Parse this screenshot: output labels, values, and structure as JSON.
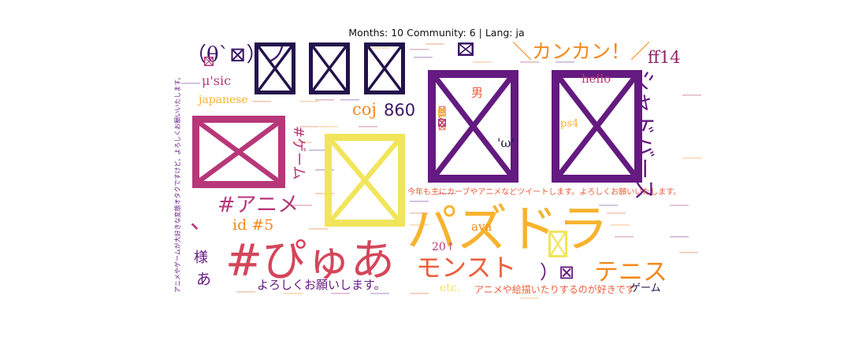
{
  "title": "Months: 10 Community: 6 | Lang: ja",
  "palette": {
    "dark": "#23124b",
    "indigo": "#3d1767",
    "purple": "#641a80",
    "magenta": "#8f2469",
    "crimson": "#b73779",
    "red": "#d4465a",
    "orange": "#ee5d3b",
    "amber": "#f4881d",
    "gold": "#f7b32d",
    "yellow": "#f1e55b"
  },
  "chart_data": {
    "type": "wordcloud",
    "language": "ja",
    "colormap": "inferno",
    "words": [
      {
        "text": "（θˋ⊠）ノ",
        "color": "indigo"
      },
      {
        "text": "⊠",
        "color": "dark"
      },
      {
        "text": "⊠",
        "color": "dark"
      },
      {
        "text": "⊠",
        "color": "dark"
      },
      {
        "text": "＼カンカン！／",
        "color": "amber"
      },
      {
        "text": "ff14",
        "color": "magenta"
      },
      {
        "text": "⊠",
        "color": "indigo"
      },
      {
        "text": "μ'sic",
        "color": "crimson"
      },
      {
        "text": "japanese",
        "color": "gold"
      },
      {
        "text": "coj",
        "color": "amber"
      },
      {
        "text": "860",
        "color": "indigo"
      },
      {
        "text": "⊠",
        "color": "purple"
      },
      {
        "text": "男",
        "color": "orange"
      },
      {
        "text": "⊠",
        "color": "purple"
      },
      {
        "text": "hello",
        "color": "crimson"
      },
      {
        "text": "ps4",
        "color": "gold"
      },
      {
        "text": "シャドバース",
        "color": "purple"
      },
      {
        "text": "⊠",
        "color": "crimson"
      },
      {
        "text": "⊠",
        "color": "yellow"
      },
      {
        "text": "'ω'",
        "color": "dark"
      },
      {
        "text": "⊠ω⊠",
        "color": "orange"
      },
      {
        "text": "#ゲーム",
        "color": "crimson"
      },
      {
        "text": "#アニメ",
        "color": "crimson"
      },
      {
        "text": "id #5",
        "color": "amber"
      },
      {
        "text": "、",
        "color": "crimson"
      },
      {
        "text": "今年も主にカーブやアニメなどツイートします。よろしくお願いいたします。",
        "color": "orange"
      },
      {
        "text": "パズドラ",
        "color": "gold"
      },
      {
        "text": "⊠",
        "color": "yellow"
      },
      {
        "text": "モンスト",
        "color": "orange"
      },
      {
        "text": "）⊠",
        "color": "purple"
      },
      {
        "text": "テニス",
        "color": "amber"
      },
      {
        "text": "20↑",
        "color": "crimson"
      },
      {
        "text": "ava",
        "color": "amber"
      },
      {
        "text": "#ぴゅあ",
        "color": "red"
      },
      {
        "text": "様",
        "color": "purple"
      },
      {
        "text": "あ",
        "color": "purple"
      },
      {
        "text": "よろしくお願いします。",
        "color": "purple"
      },
      {
        "text": "etc.",
        "color": "yellow"
      },
      {
        "text": "アニメや絵描いたりするのが好きです",
        "color": "orange"
      },
      {
        "text": "ゲーム",
        "color": "dark"
      },
      {
        "text": "アニメやゲームが大好きな変態オタクですけど、よろしくお願いいたします。",
        "color": "purple"
      },
      {
        "text": "⊠",
        "color": "orange"
      },
      {
        "text": "⊠",
        "color": "crimson"
      },
      {
        "text": "⊠",
        "color": "crimson"
      },
      {
        "text": "⊠",
        "color": "gold"
      }
    ]
  }
}
